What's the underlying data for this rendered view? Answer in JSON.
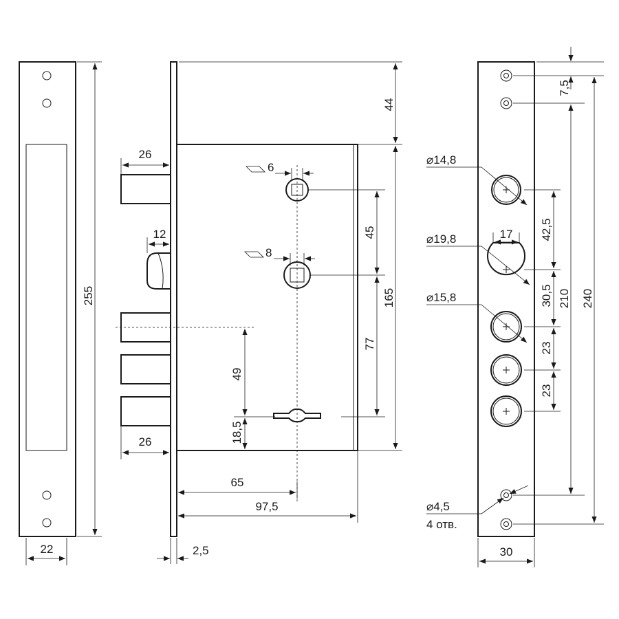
{
  "front_view": {
    "height": "255",
    "width": "22"
  },
  "side_view": {
    "bolt_top_length": "26",
    "bolt_bottom_length": "26",
    "latch_width": "12",
    "top_offset": "44",
    "square_small": "6",
    "square_large": "8",
    "spindle_spacing": "45",
    "body_height": "165",
    "spindle_to_key": "77",
    "bolt_to_key": "49",
    "key_to_bottom": "18,5",
    "backset": "65",
    "body_depth": "97,5",
    "faceplate_thickness": "2,5"
  },
  "faceplate_view": {
    "hole_1_dia": "14,8",
    "hole_2_dia": "19,8",
    "hole_2_width": "17",
    "hole_3_dia": "15,8",
    "screw_hole_dia": "4,5",
    "screw_hole_count": "4 отв.",
    "screw_pitch": "7,5",
    "spacing_1": "42,5",
    "spacing_2": "30,5",
    "spacing_3": "23",
    "spacing_4": "23",
    "inner_screw_span": "210",
    "outer_screw_span": "240",
    "width": "30"
  }
}
